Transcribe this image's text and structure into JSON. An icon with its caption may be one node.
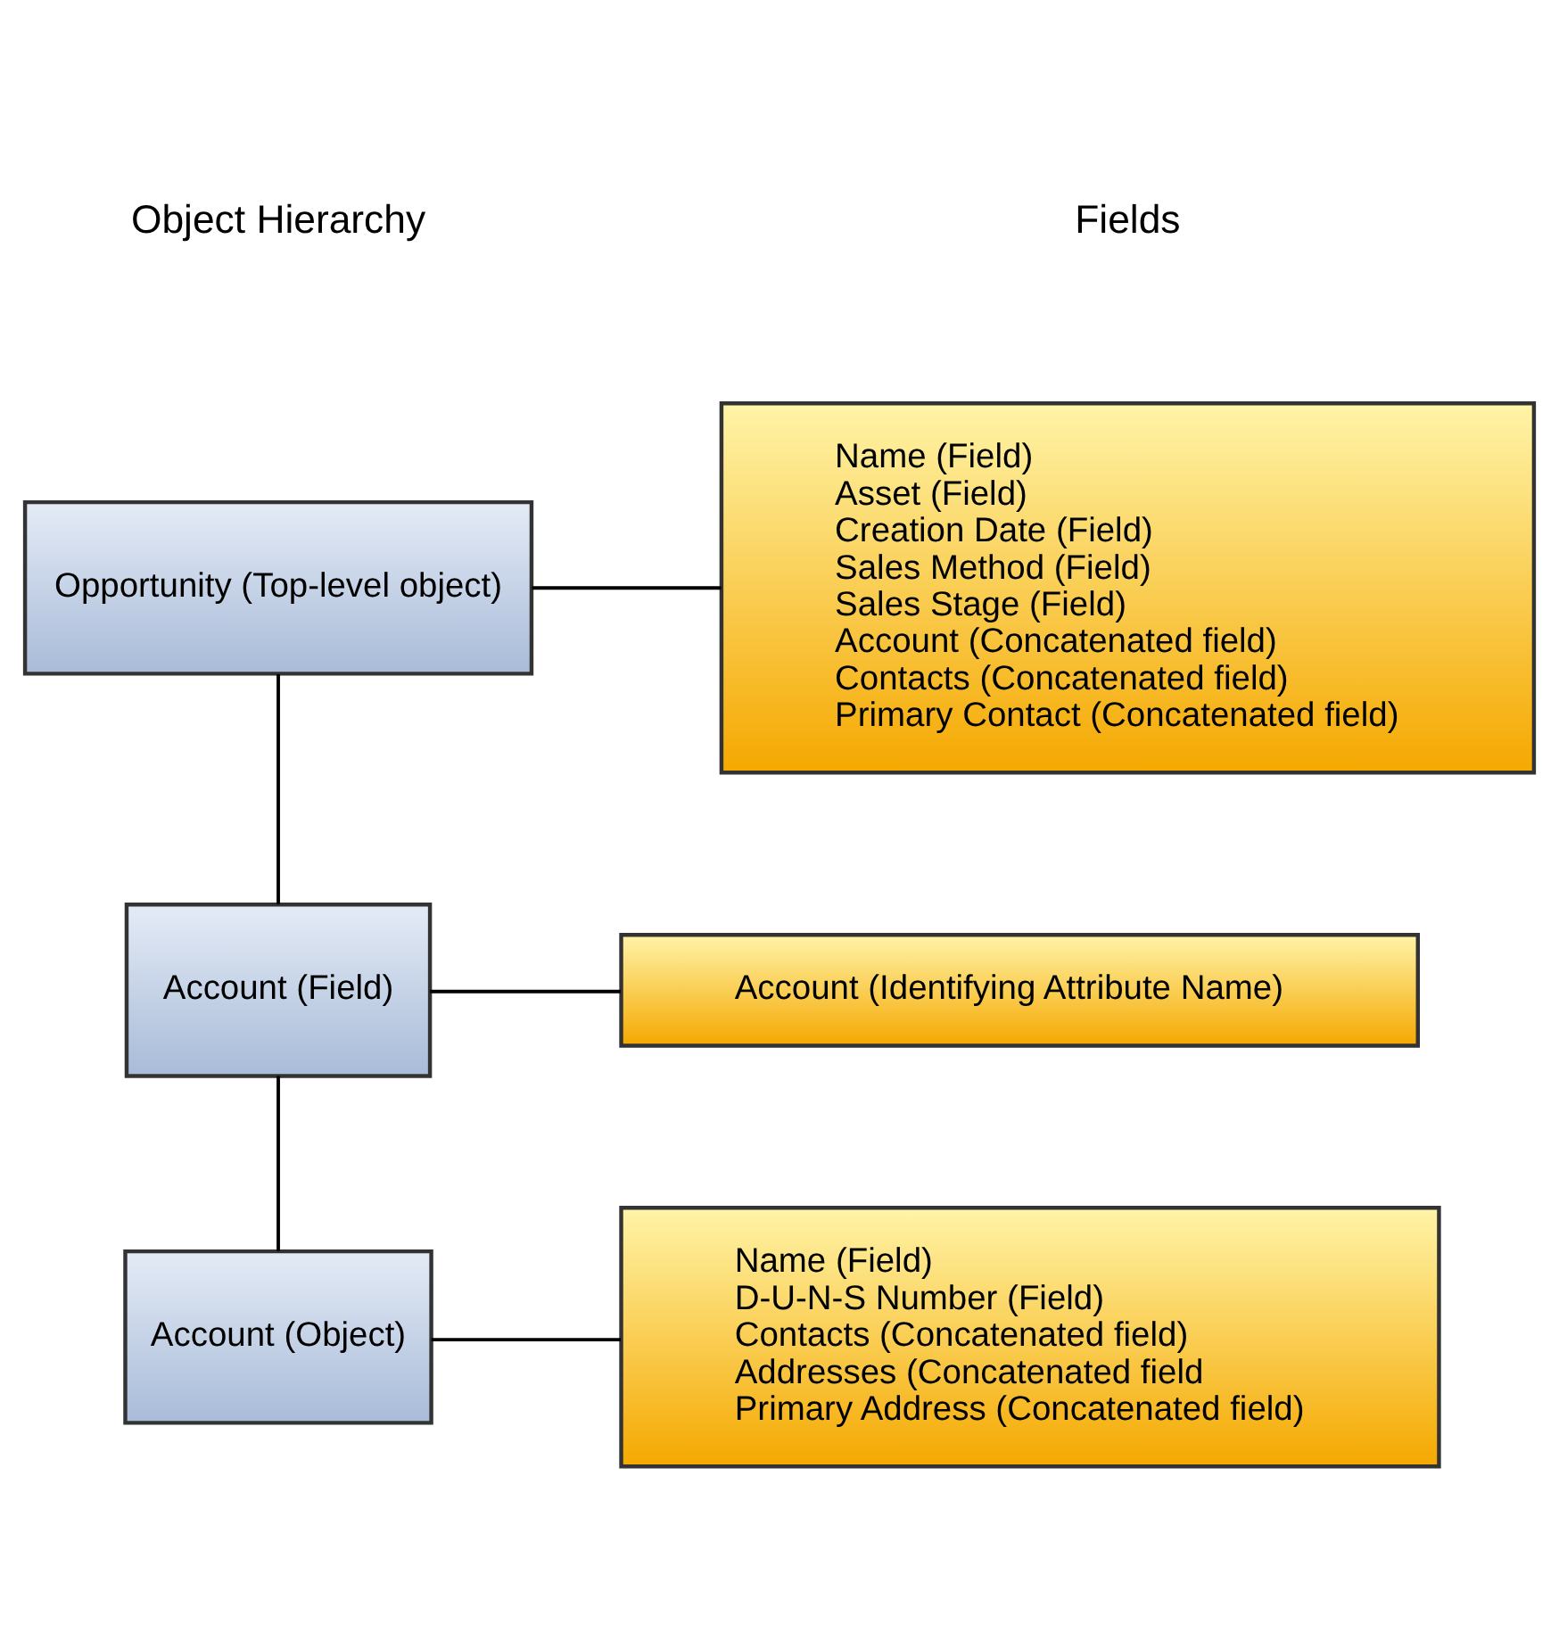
{
  "diagram": {
    "nodes": [
      {
        "text": [
          "Opportunity (Top-level object)"
        ]
      },
      {
        "text": [
          "Name (Field)",
          "Asset (Field)",
          "Creation Date (Field)",
          "Sales Method (Field)",
          "Sales Stage (Field)",
          "Account (Concatenated field)",
          "Contacts (Concatenated field)",
          "Primary Contact (Concatenated field)"
        ]
      },
      {
        "text": [
          "Account (Field)"
        ]
      },
      {
        "text": [
          "Account (Identifying Attribute Name)"
        ]
      },
      {
        "text": [
          "Account (Object)"
        ]
      },
      {
        "text": [
          "Name (Field)",
          "D-U-N-S Number (Field)",
          "Contacts (Concatenated field)",
          "Addresses (Concatenated field",
          "Primary Address (Concatenated field)"
        ]
      }
    ],
    "edges": [
      {
        "from": 0,
        "to": 1,
        "arrow": "none"
      },
      {
        "from": 0,
        "to": 2,
        "arrow": "none"
      },
      {
        "from": 2,
        "to": 3,
        "arrow": "none"
      },
      {
        "from": 2,
        "to": 4,
        "arrow": "none"
      },
      {
        "from": 4,
        "to": 5,
        "arrow": "none"
      }
    ],
    "labels": [
      "Object Hierarchy",
      "Fields"
    ]
  }
}
